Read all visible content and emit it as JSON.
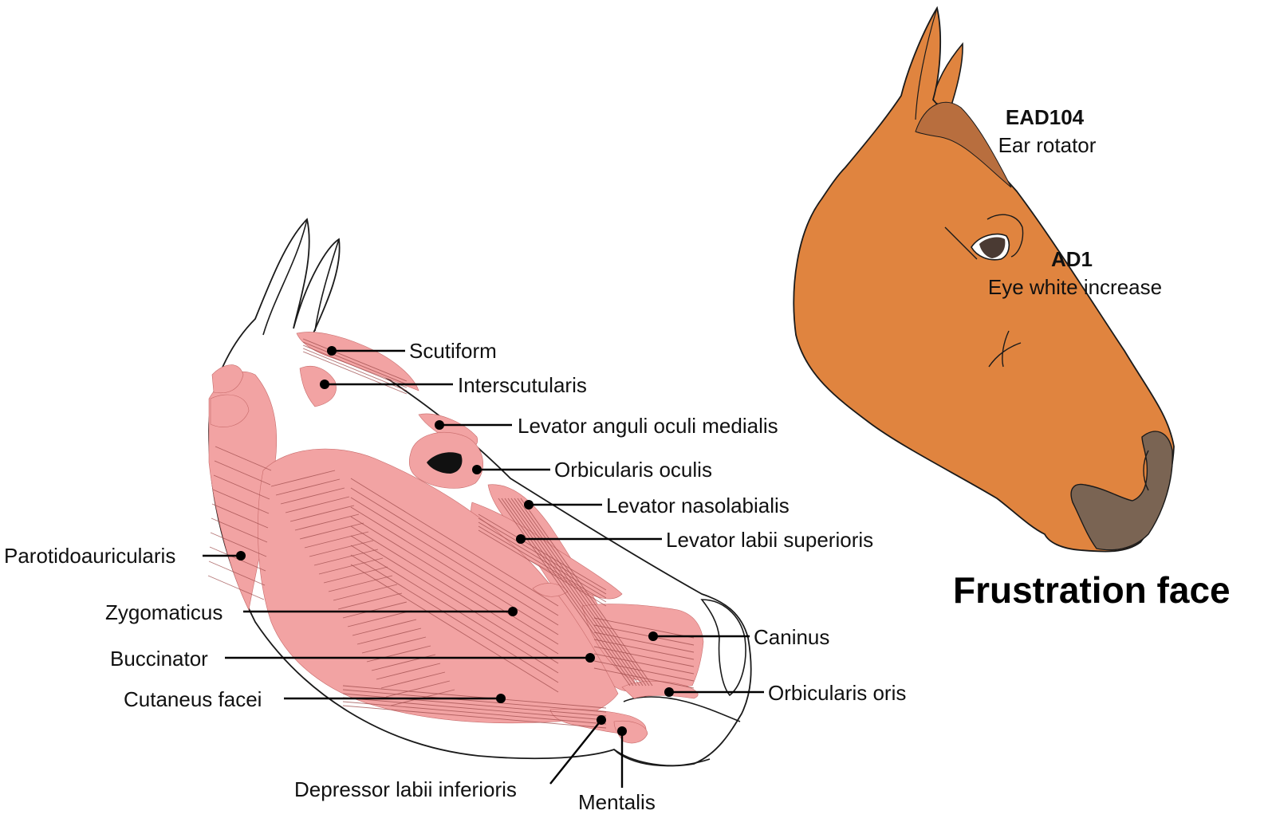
{
  "colors": {
    "muscle": "#f2a3a3",
    "horse_coat": "#e0843f",
    "horse_mane": "#b86e3e",
    "horse_muzzle": "#7a6453",
    "outline": "#1a1a1a"
  },
  "muscle_labels": [
    "Scutiform",
    "Interscutularis",
    "Levator anguli oculi medialis",
    "Orbicularis oculis",
    "Levator nasolabialis",
    "Levator labii superioris",
    "Parotidoauricularis",
    "Zygomaticus",
    "Caninus",
    "Buccinator",
    "Orbicularis oris",
    "Cutaneus facei",
    "Depressor labii inferioris",
    "Mentalis"
  ],
  "action_units": [
    {
      "code": "EAD104",
      "description": "Ear rotator"
    },
    {
      "code": "AD1",
      "description": "Eye white increase"
    }
  ],
  "title": "Frustration face"
}
